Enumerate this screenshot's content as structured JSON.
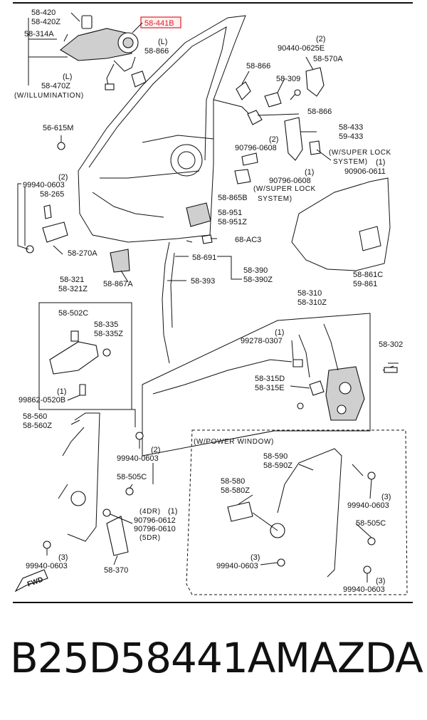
{
  "labels": {
    "l58420": "58-420",
    "l58420z": "58-420Z",
    "l58314a": "58-314A",
    "l58441b": "58-441B",
    "l58866_top_note": "(L)",
    "l58866_top": "58-866",
    "l58470z_note": "(L)",
    "l58470z": "58-470Z",
    "w_illumination": "(W/ILLUMINATION)",
    "l90440_qty": "(2)",
    "l90440": "90440-0625E",
    "l58570a": "58-570A",
    "l58866_mid": "58-866",
    "l58309": "58-309",
    "l58866_low": "58-866",
    "l56615m": "56-615M",
    "l58433": "58-433",
    "l59433": "59-433",
    "l90796_0608_qty": "(2)",
    "l90796_0608": "90796-0608",
    "super_lock_1": "(W/SUPER LOCK",
    "super_lock_1b": "SYSTEM)",
    "l90906_qty": "(1)",
    "l90906": "90906-0611",
    "l99940_left_qty": "(2)",
    "l99940_left": "99940-0603",
    "l58265": "58-265",
    "l90796_0608b_qty": "(1)",
    "l90796_0608b": "90796-0608",
    "super_lock_2": "(W/SUPER LOCK",
    "l58865b": "58-865B",
    "super_lock_2b": "SYSTEM)",
    "l58951": "58-951",
    "l58951z": "58-951Z",
    "l68ac3": "68-AC3",
    "l58270a": "58-270A",
    "l58691": "58-691",
    "l58861c": "58-861C",
    "l59861": "59-861",
    "l58867a": "58-867A",
    "l58390": "58-390",
    "l58390z": "58-390Z",
    "l58393": "58-393",
    "l58321": "58-321",
    "l58321z": "58-321Z",
    "l58310": "58-310",
    "l58310z": "58-310Z",
    "l58502c": "58-502C",
    "l58335": "58-335",
    "l58335z": "58-335Z",
    "l99278_qty": "(1)",
    "l99278": "99278-0307",
    "l58302": "58-302",
    "l58315d": "58-315D",
    "l58315e": "58-315E",
    "l99862_qty": "(1)",
    "l99862": "99862-0520B",
    "l58560": "58-560",
    "l58560z": "58-560Z",
    "power_window": "(W/POWER WINDOW)",
    "l58590": "58-590",
    "l58590z": "58-590Z",
    "l99940_mid_qty": "(2)",
    "l99940_mid": "99940-0603",
    "l58505c_left": "58-505C",
    "l58580": "58-580",
    "l58580z": "58-580Z",
    "l99940_pr_qty": "(3)",
    "l99940_pr": "99940-0603",
    "l4dr_note": "(4DR)",
    "l4dr_qty": "(1)",
    "l90796_0612": "90796-0612",
    "l90796_0610": "90796-0610",
    "l5dr_note": "(5DR)",
    "l58505c_right": "58-505C",
    "l99940_bl_qty": "(3)",
    "l99940_bl": "99940-0603",
    "l58370": "58-370",
    "l99940_pb_qty": "(3)",
    "l99940_pb": "99940-0603",
    "l99940_br_qty": "(3)",
    "l99940_br": "99940-0603",
    "fwd": "FWD"
  },
  "caption": {
    "part_number": "B25D58441A",
    "maker": "MAZDA"
  },
  "colors": {
    "highlight": "#e0202a",
    "ink": "#111111"
  }
}
